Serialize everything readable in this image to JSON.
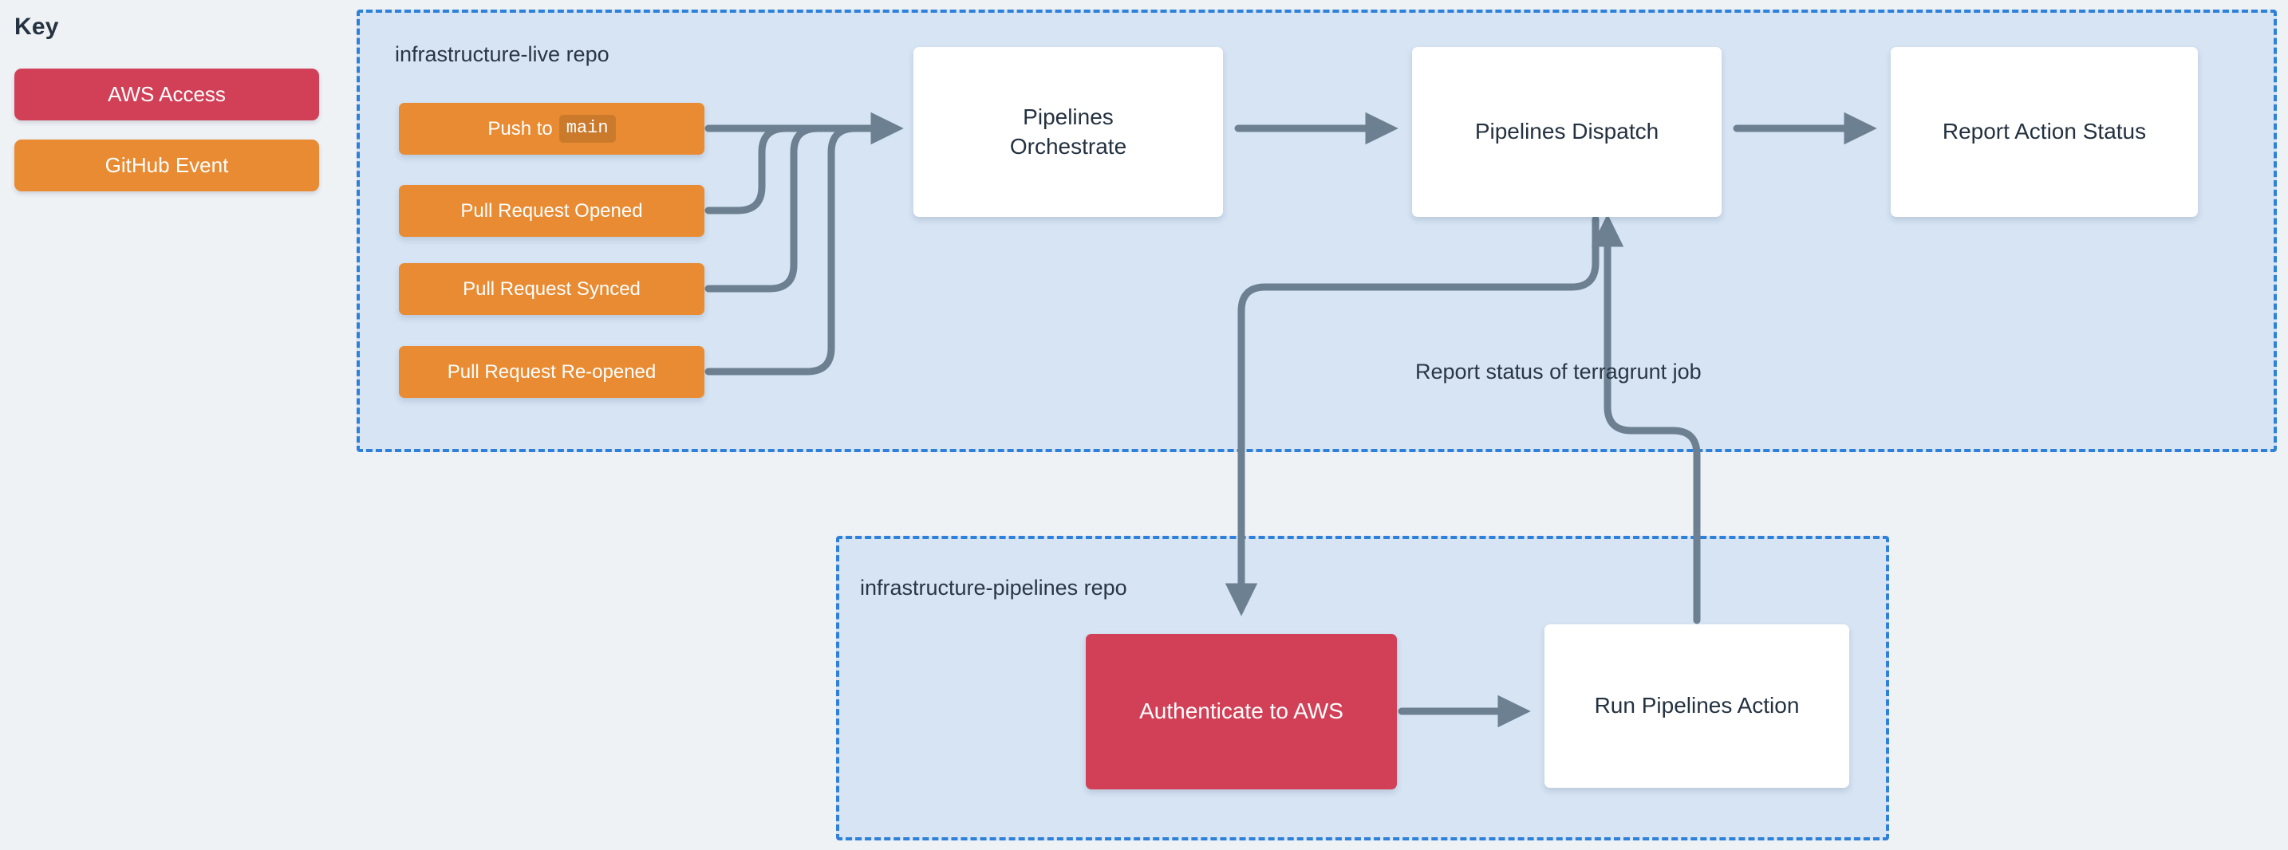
{
  "key": {
    "title": "Key",
    "items": [
      {
        "label": "AWS Access",
        "color": "#d24057",
        "name": "aws-access"
      },
      {
        "label": "GitHub Event",
        "color": "#e88b33",
        "name": "github-event"
      }
    ]
  },
  "palette": {
    "page_background": "#eff2f5",
    "panel_fill": "#d6e4f4",
    "panel_border": "#2f80d8",
    "node_white": "#ffffff",
    "node_orange": "#e88b33",
    "node_red": "#d24057",
    "arrow": "#6c8091",
    "text_dark": "#243140"
  },
  "panels": [
    {
      "id": "panel-live",
      "label": "infrastructure-live repo"
    },
    {
      "id": "panel-pipelines",
      "label": "infrastructure-pipelines repo"
    }
  ],
  "nodes": {
    "push_to_main": {
      "text": "Push to",
      "code": "main",
      "type": "github-event"
    },
    "pr_opened": {
      "text": "Pull Request Opened",
      "type": "github-event"
    },
    "pr_synced": {
      "text": "Pull Request Synced",
      "type": "github-event"
    },
    "pr_reopened": {
      "text": "Pull Request Re-opened",
      "type": "github-event"
    },
    "orchestrate": {
      "line1": "Pipelines",
      "line2": "Orchestrate",
      "type": "workflow"
    },
    "dispatch": {
      "text": "Pipelines Dispatch",
      "type": "workflow"
    },
    "report": {
      "text": "Report Action Status",
      "type": "workflow"
    },
    "authenticate": {
      "text": "Authenticate to AWS",
      "type": "aws-access"
    },
    "run_action": {
      "text": "Run Pipelines Action",
      "type": "workflow"
    }
  },
  "edge_labels": {
    "report_status": "Report status of terragrunt job"
  }
}
